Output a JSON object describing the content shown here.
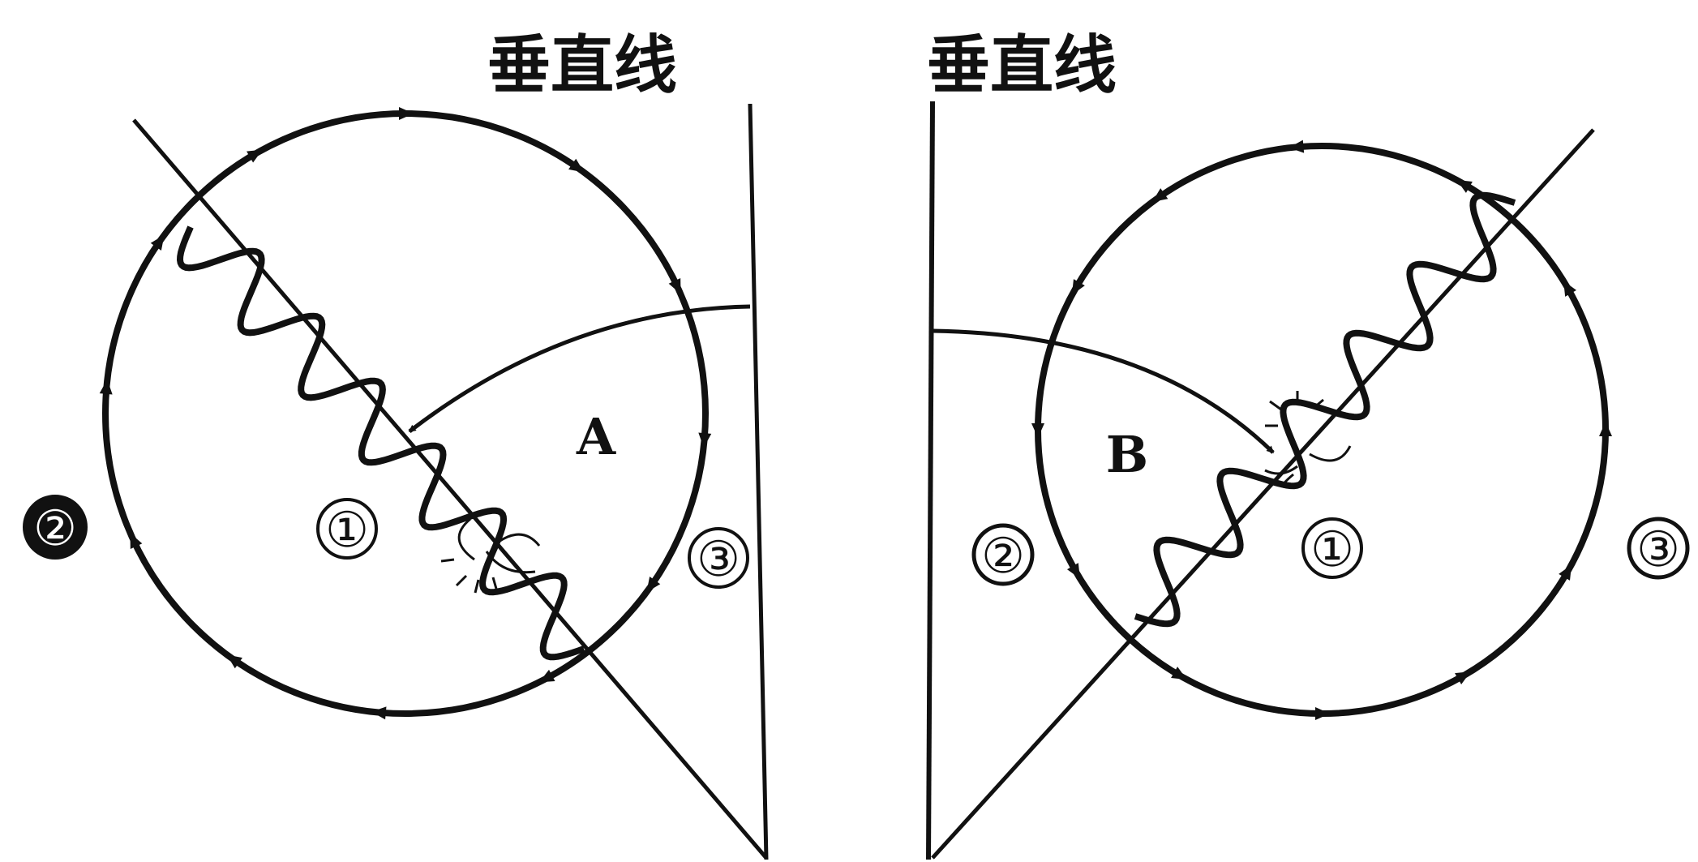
{
  "diagram": {
    "left": {
      "vertical_label": "垂直线",
      "region_label": "A",
      "regions": [
        "①",
        "②",
        "③"
      ]
    },
    "right": {
      "vertical_label": "垂直线",
      "region_label": "B",
      "regions": [
        "①",
        "②",
        "③"
      ]
    }
  },
  "colors": {
    "ink": "#111111",
    "background": "#ffffff"
  }
}
